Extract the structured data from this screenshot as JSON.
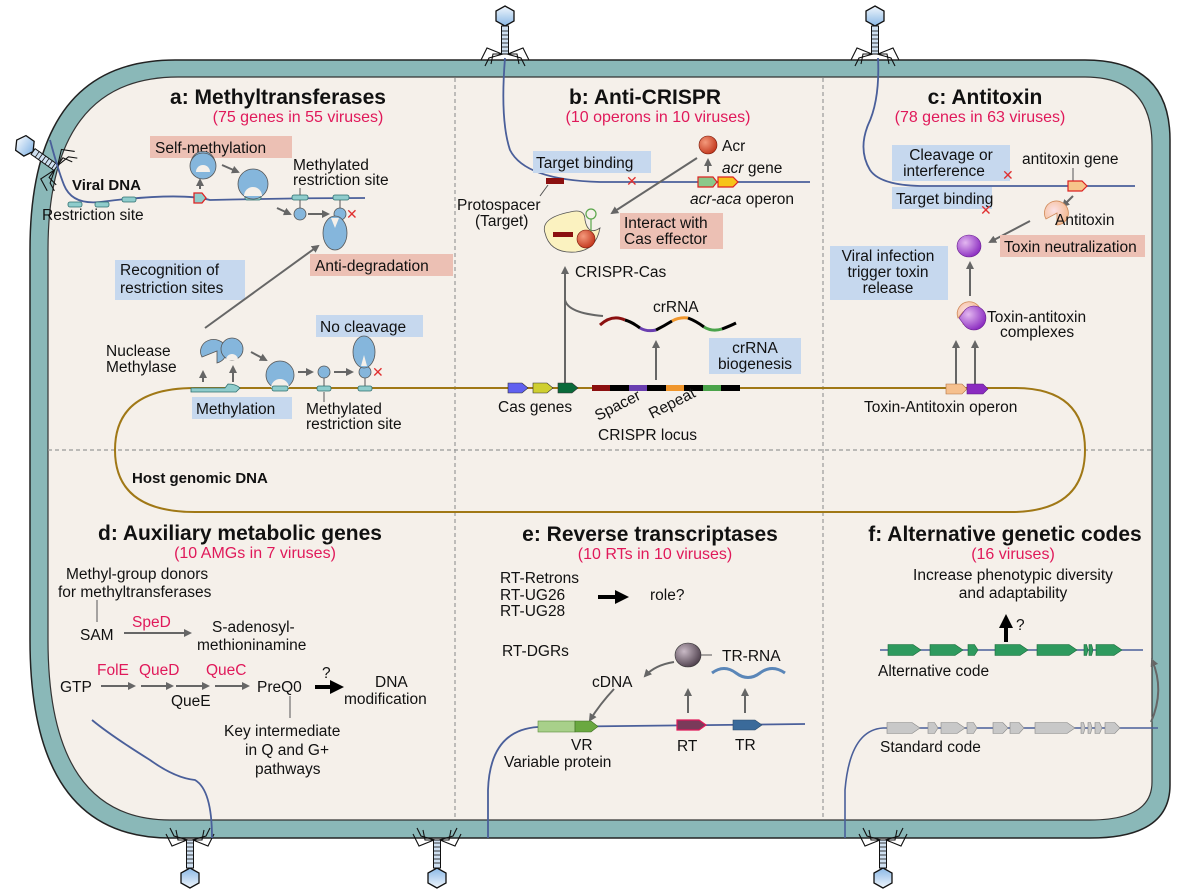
{
  "figure": {
    "host_label": "Host genomic DNA",
    "colors": {
      "cell_wall": "#8ab8b8",
      "cytoplasm": "#f5f0ea",
      "host_dna": "#a07816",
      "viral_dna": "#4a5f9a",
      "highlight_blue": "#c6d8ee",
      "highlight_pink": "#ecc0b4",
      "count_text": "#e0195a"
    }
  },
  "panels": {
    "a": {
      "title": "a: Methyltransferases",
      "count": "(75 genes in 55 viruses)",
      "self_methylation": "Self-methylation",
      "viral_dna": "Viral DNA",
      "restriction_site": "Restriction site",
      "methylated_site_top_1": "Methylated",
      "methylated_site_top_2": "restriction site",
      "anti_degradation": "Anti-degradation",
      "recognition_1": "Recognition of",
      "recognition_2": "restriction sites",
      "no_cleavage": "No cleavage",
      "nuclease": "Nuclease",
      "methylase": "Methylase",
      "methylation": "Methylation",
      "methylated_site_bottom_1": "Methylated",
      "methylated_site_bottom_2": "restriction site"
    },
    "b": {
      "title": "b: Anti-CRISPR",
      "count": "(10 operons in 10 viruses)",
      "acr": "Acr",
      "acr_gene_italic": "acr",
      "acr_gene_rest": " gene",
      "target_binding": "Target binding",
      "operon_italic": "acr-aca",
      "operon_rest": " operon",
      "protospacer_1": "Protospacer",
      "protospacer_2": "(Target)",
      "interact_1": "Interact with",
      "interact_2": "Cas effector",
      "crispr_cas": "CRISPR-Cas",
      "crrna": "crRNA",
      "biogenesis_1": "crRNA",
      "biogenesis_2": "biogenesis",
      "cas_genes": "Cas genes",
      "spacer": "Spacer",
      "repeat": "Repeat",
      "crispr_locus": "CRISPR locus"
    },
    "c": {
      "title": "c: Antitoxin",
      "count": "(78 genes in 63 viruses)",
      "cleavage_1": "Cleavage or",
      "cleavage_2": "interference",
      "antitoxin_gene": "antitoxin gene",
      "target_binding": "Target binding",
      "antitoxin": "Antitoxin",
      "toxin_neutralization": "Toxin neutralization",
      "viral_trigger_1": "Viral infection",
      "viral_trigger_2": "trigger toxin",
      "viral_trigger_3": "release",
      "complex_1": "Toxin-antitoxin",
      "complex_2": "complexes",
      "ta_operon": "Toxin-Antitoxin operon"
    },
    "d": {
      "title": "d: Auxiliary metabolic genes",
      "count": "(10 AMGs in 7 viruses)",
      "donors_1": "Methyl-group donors",
      "donors_2": "for methyltransferases",
      "sam": "SAM",
      "sped": "SpeD",
      "product_1": "S-adenosyl-",
      "product_2": "methioninamine",
      "gtp": "GTP",
      "fole": "FolE",
      "qued": "QueD",
      "quec": "QueC",
      "quee": "QueE",
      "preq0": "PreQ0",
      "question": "?",
      "dna_mod_1": "DNA",
      "dna_mod_2": "modification",
      "key_1": "Key intermediate",
      "key_2": "in Q and G+",
      "key_3": "pathways"
    },
    "e": {
      "title": "e: Reverse transcriptases",
      "count": "(10 RTs in 10 viruses)",
      "rt_types": [
        "RT-Retrons",
        "RT-UG26",
        "RT-UG28"
      ],
      "role": "role?",
      "rt_dgrs": "RT-DGRs",
      "tr_rna": "TR-RNA",
      "cdna": "cDNA",
      "vr": "VR",
      "variable_protein": "Variable protein",
      "rt": "RT",
      "tr": "TR"
    },
    "f": {
      "title": "f: Alternative genetic codes",
      "count": "(16 viruses)",
      "increase_1": "Increase phenotypic diversity",
      "increase_2": "and adaptability",
      "question": "?",
      "alternative": "Alternative code",
      "standard": "Standard code"
    }
  }
}
